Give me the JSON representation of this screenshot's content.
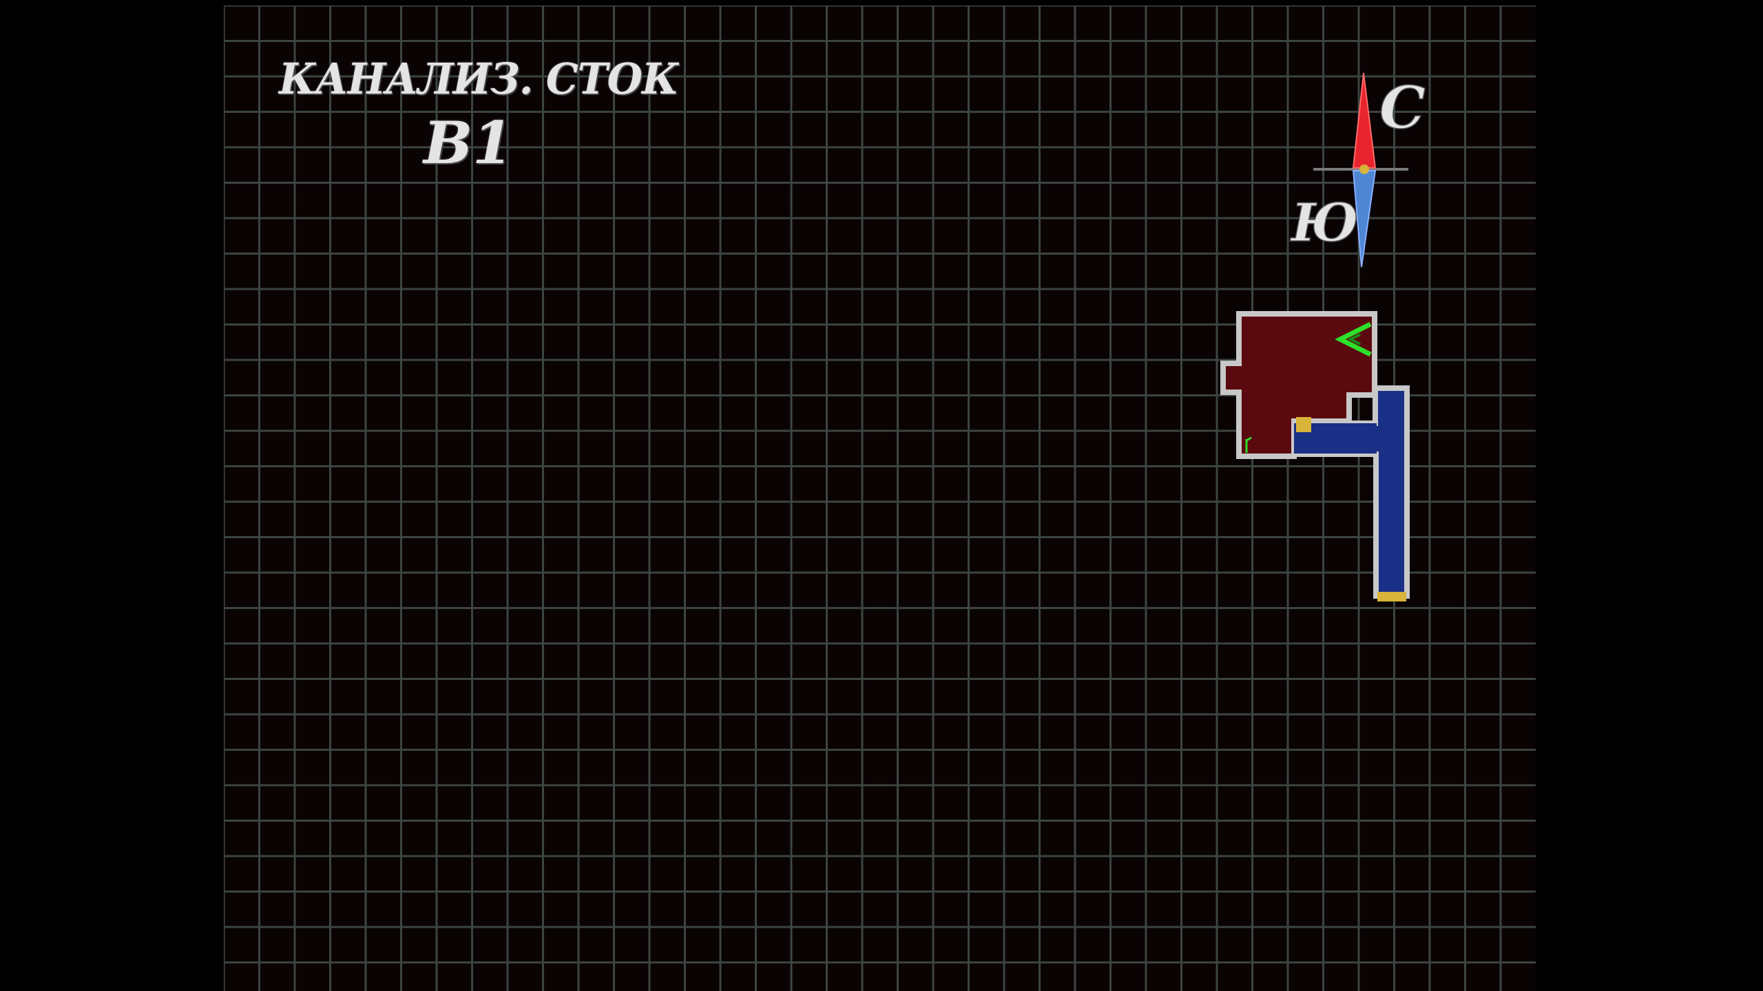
{
  "map": {
    "area_name": "КАНАЛИЗ. СТОК",
    "floor": "B1"
  },
  "compass": {
    "north_label": "С",
    "south_label": "Ю"
  },
  "icons": {
    "compass": "compass-icon",
    "player_marker": "player-arrow-icon",
    "door": "door-marker-icon",
    "save_point": "save-point-icon"
  },
  "colors": {
    "background": "#0a0304",
    "grid_line": "#3c4540",
    "room_wall": "#c8c8c8",
    "room_explored": "#5a0a0e",
    "corridor": "#1a2f86",
    "door": "#d8b43a",
    "player_marker": "#2ee02a",
    "compass_north": "#e8242e",
    "compass_south": "#4f86d4"
  }
}
